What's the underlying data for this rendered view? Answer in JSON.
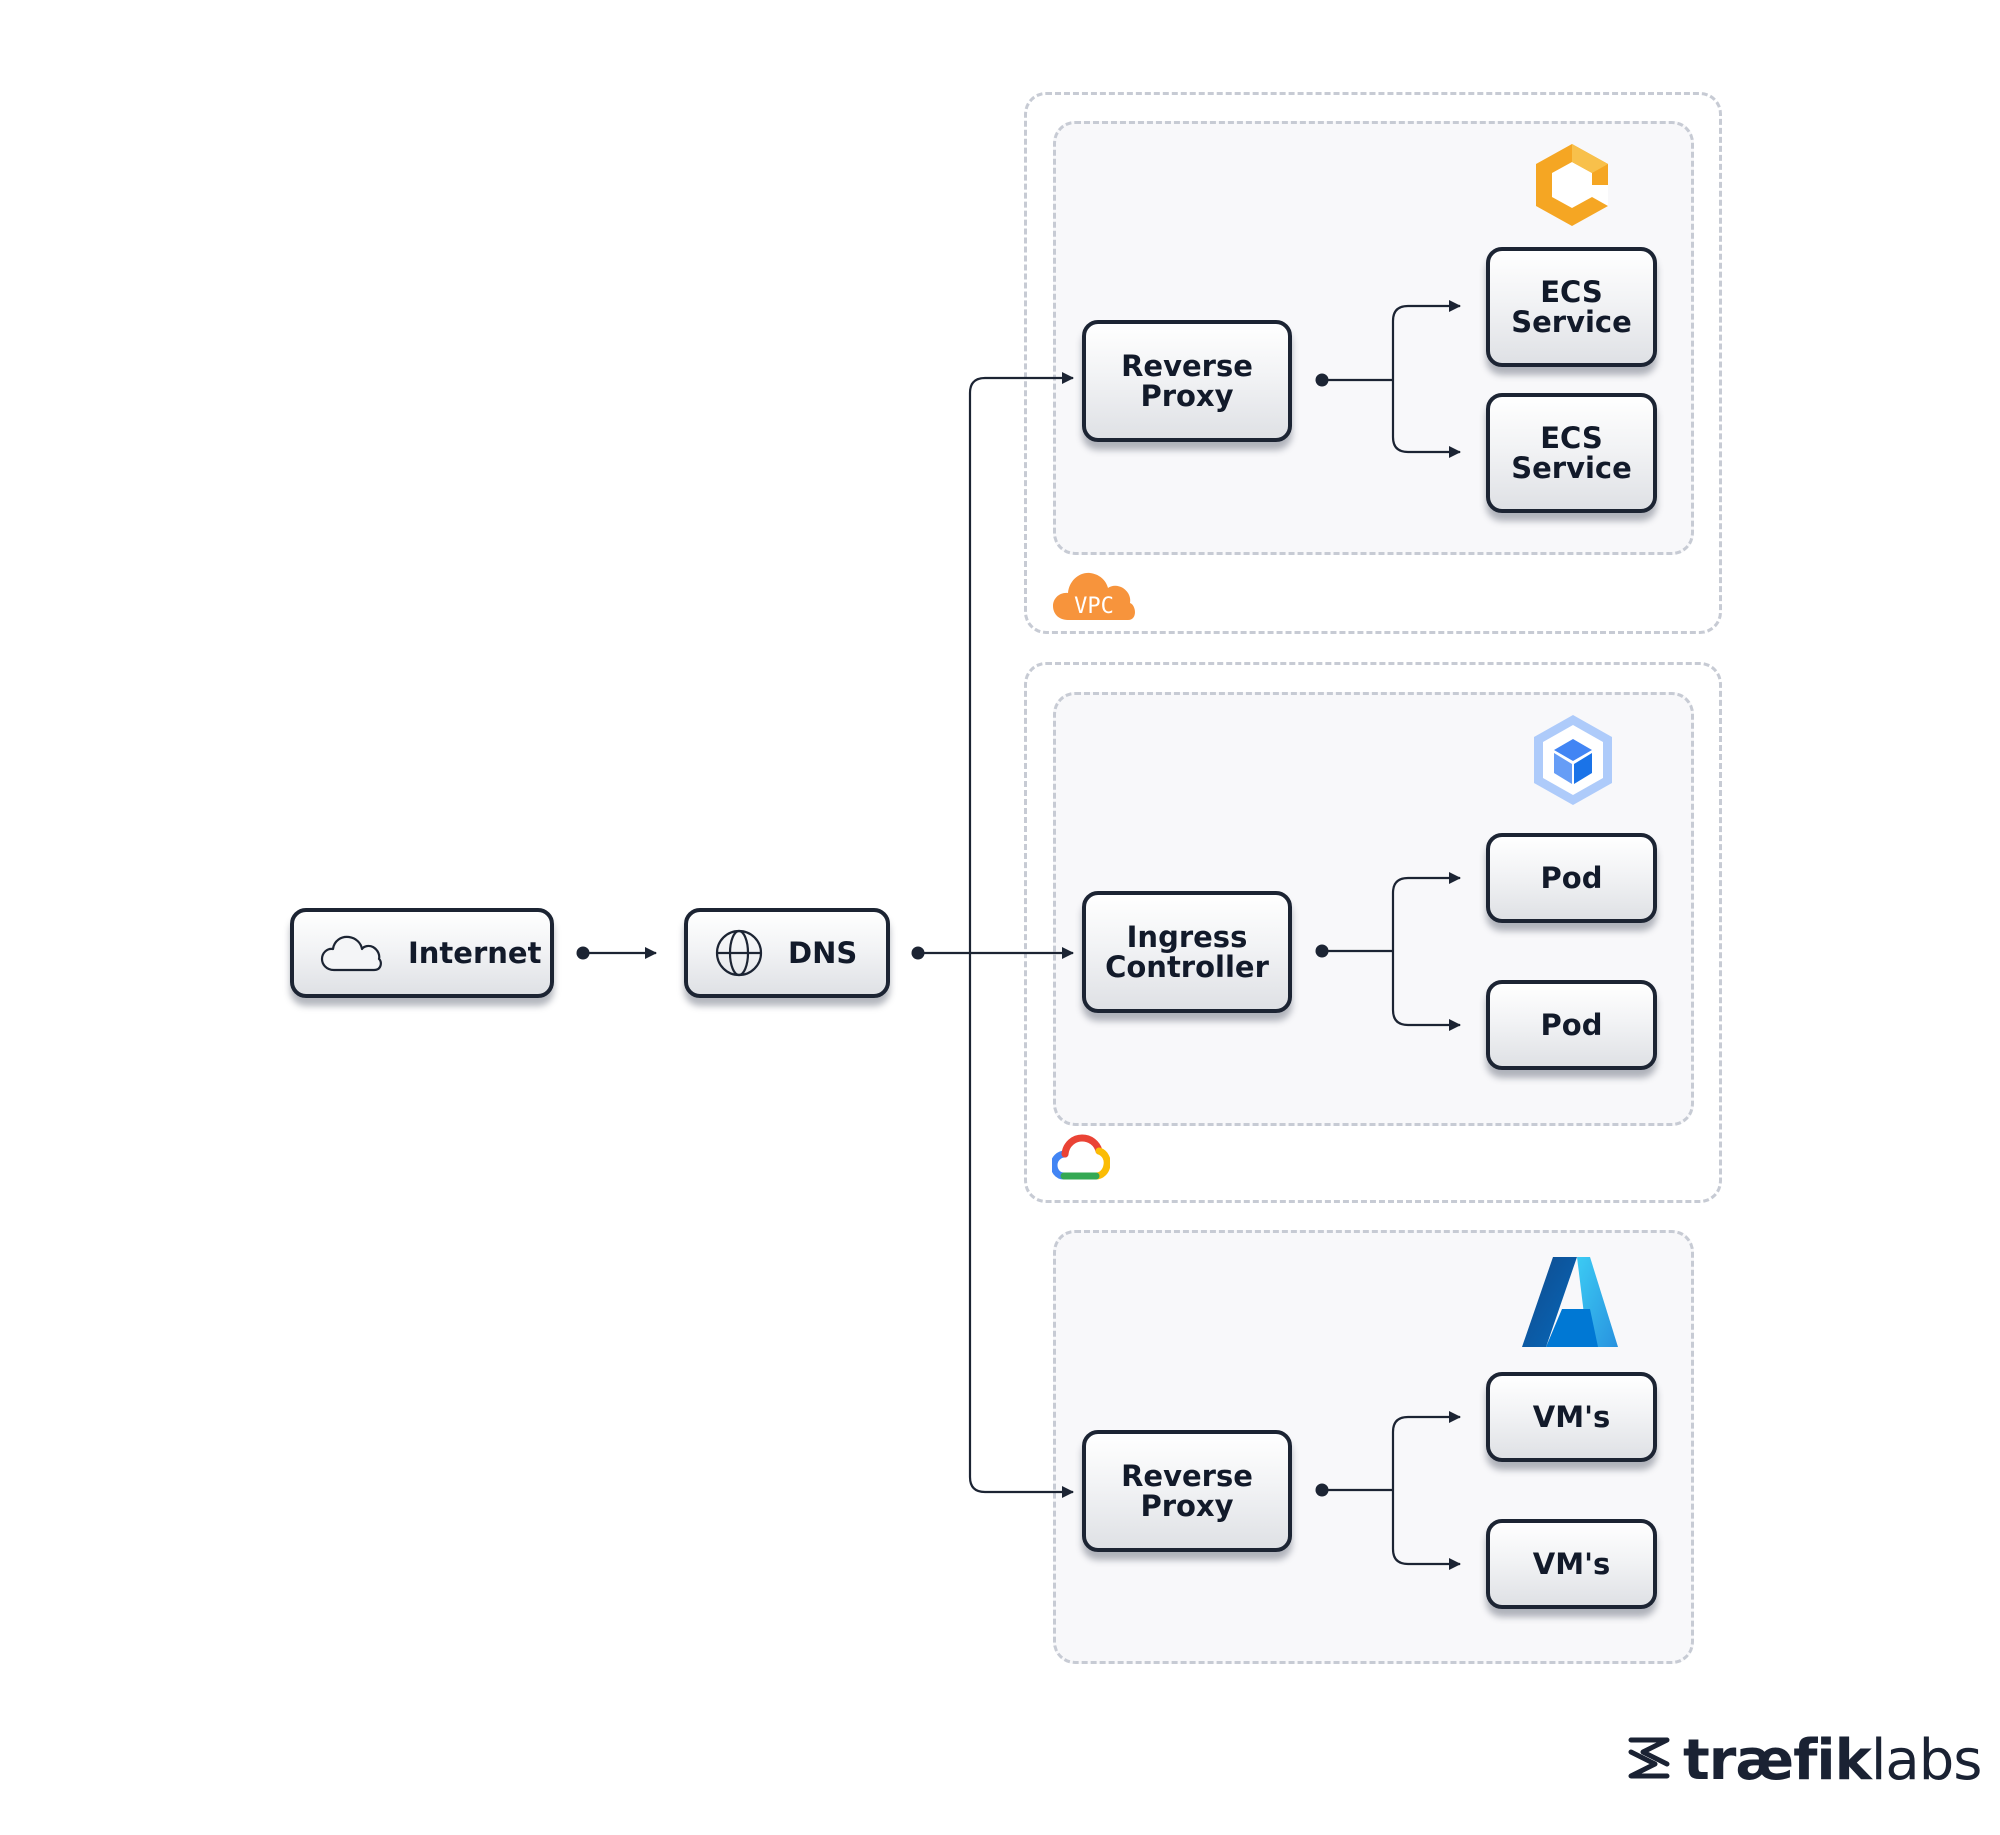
{
  "nodes": {
    "internet": "Internet",
    "dns": "DNS",
    "aws_proxy": "Reverse\nProxy",
    "ecs_1": "ECS\nService",
    "ecs_2": "ECS\nService",
    "gcp_ingress": "Ingress\nController",
    "pod_1": "Pod",
    "pod_2": "Pod",
    "azure_proxy": "Reverse\nProxy",
    "vm_1": "VM's",
    "vm_2": "VM's"
  },
  "badges": {
    "vpc": "VPC"
  },
  "brand": {
    "part1": "træfik",
    "part2": "labs"
  },
  "colors": {
    "node_border": "#1c2433",
    "edge": "#1c2433",
    "region_border": "#c7cbd4",
    "aws_orange": "#f5a623",
    "vpc_orange": "#f7943c",
    "gke_blue": "#8ab4f8",
    "azure_blue": "#0a6fd1"
  },
  "icons": {
    "internet": "cloud-icon",
    "dns": "globe-icon",
    "aws": "aws-ecs-logo",
    "vpc": "vpc-cloud-badge",
    "gke": "gke-cube-logo",
    "gcp": "google-cloud-logo",
    "azure": "azure-logo",
    "brand": "traefik-logo-icon"
  }
}
